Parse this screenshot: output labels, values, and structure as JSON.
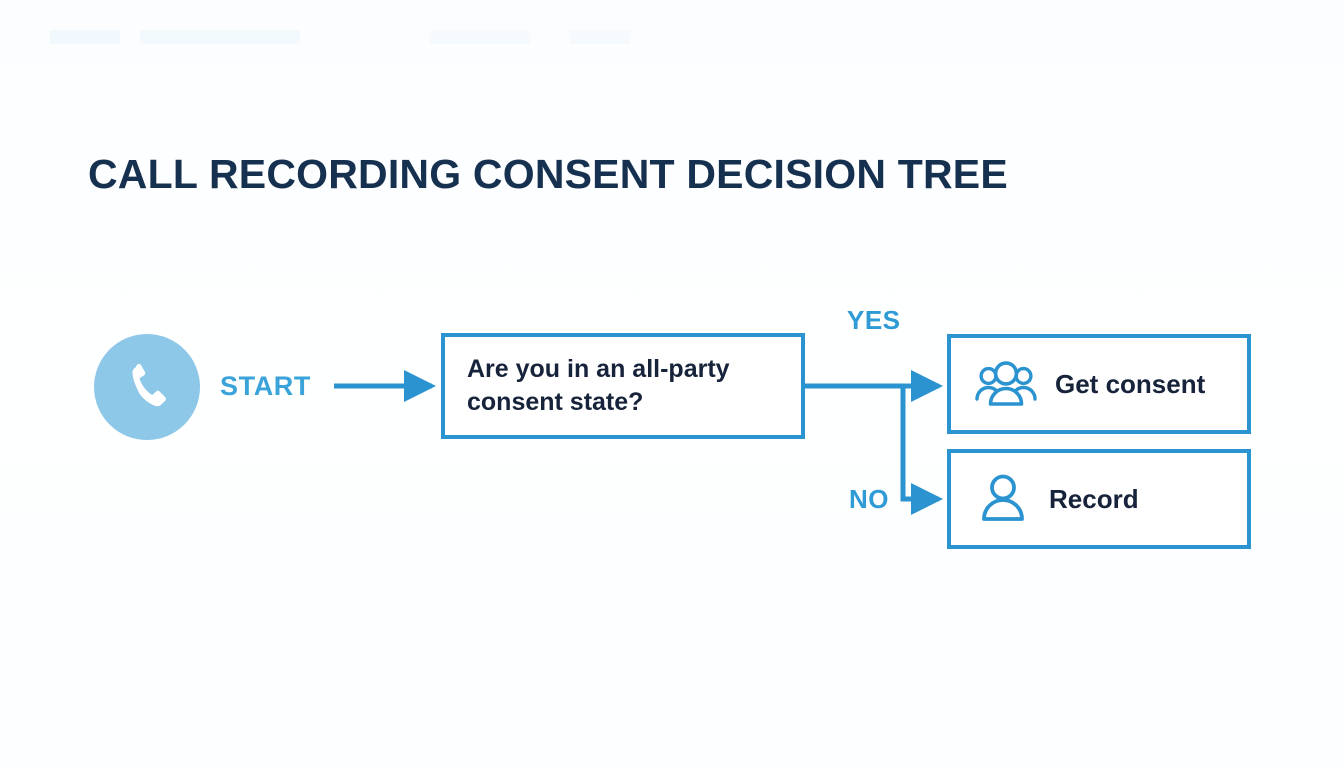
{
  "page": {
    "title": "CALL RECORDING CONSENT DECISION TREE",
    "background_color": "#fdfeff",
    "accent_blue": "#2b93d0",
    "light_blue": "#8ec8e8",
    "navy": "#16304f",
    "text_dark": "#16233a"
  },
  "flow": {
    "start": {
      "icon": "phone-icon",
      "label": "START",
      "circle_color": "#8ec8e8",
      "label_color": "#3aa3da"
    },
    "decision": {
      "text": "Are you in an all-party consent state?",
      "border_color": "#2b93d0",
      "fill_color": "#ffffff"
    },
    "branches": [
      {
        "label": "YES",
        "label_color": "#2f9bd6",
        "target": "Get consent"
      },
      {
        "label": "NO",
        "label_color": "#2f9bd6",
        "target": "Record"
      }
    ],
    "outcomes": [
      {
        "id": "yes",
        "icon": "people-group-icon",
        "label": "Get consent",
        "border_color": "#2b93d0",
        "icon_color": "#2b93d0"
      },
      {
        "id": "no",
        "icon": "person-icon",
        "label": "Record",
        "border_color": "#2b93d0",
        "icon_color": "#2b93d0"
      }
    ],
    "connectors": {
      "arrow_color": "#2b93d0",
      "start_to_decision": "straight-arrow-right",
      "decision_to_yes": "straight-arrow-right",
      "decision_to_no": "elbow-down-arrow-right"
    }
  }
}
